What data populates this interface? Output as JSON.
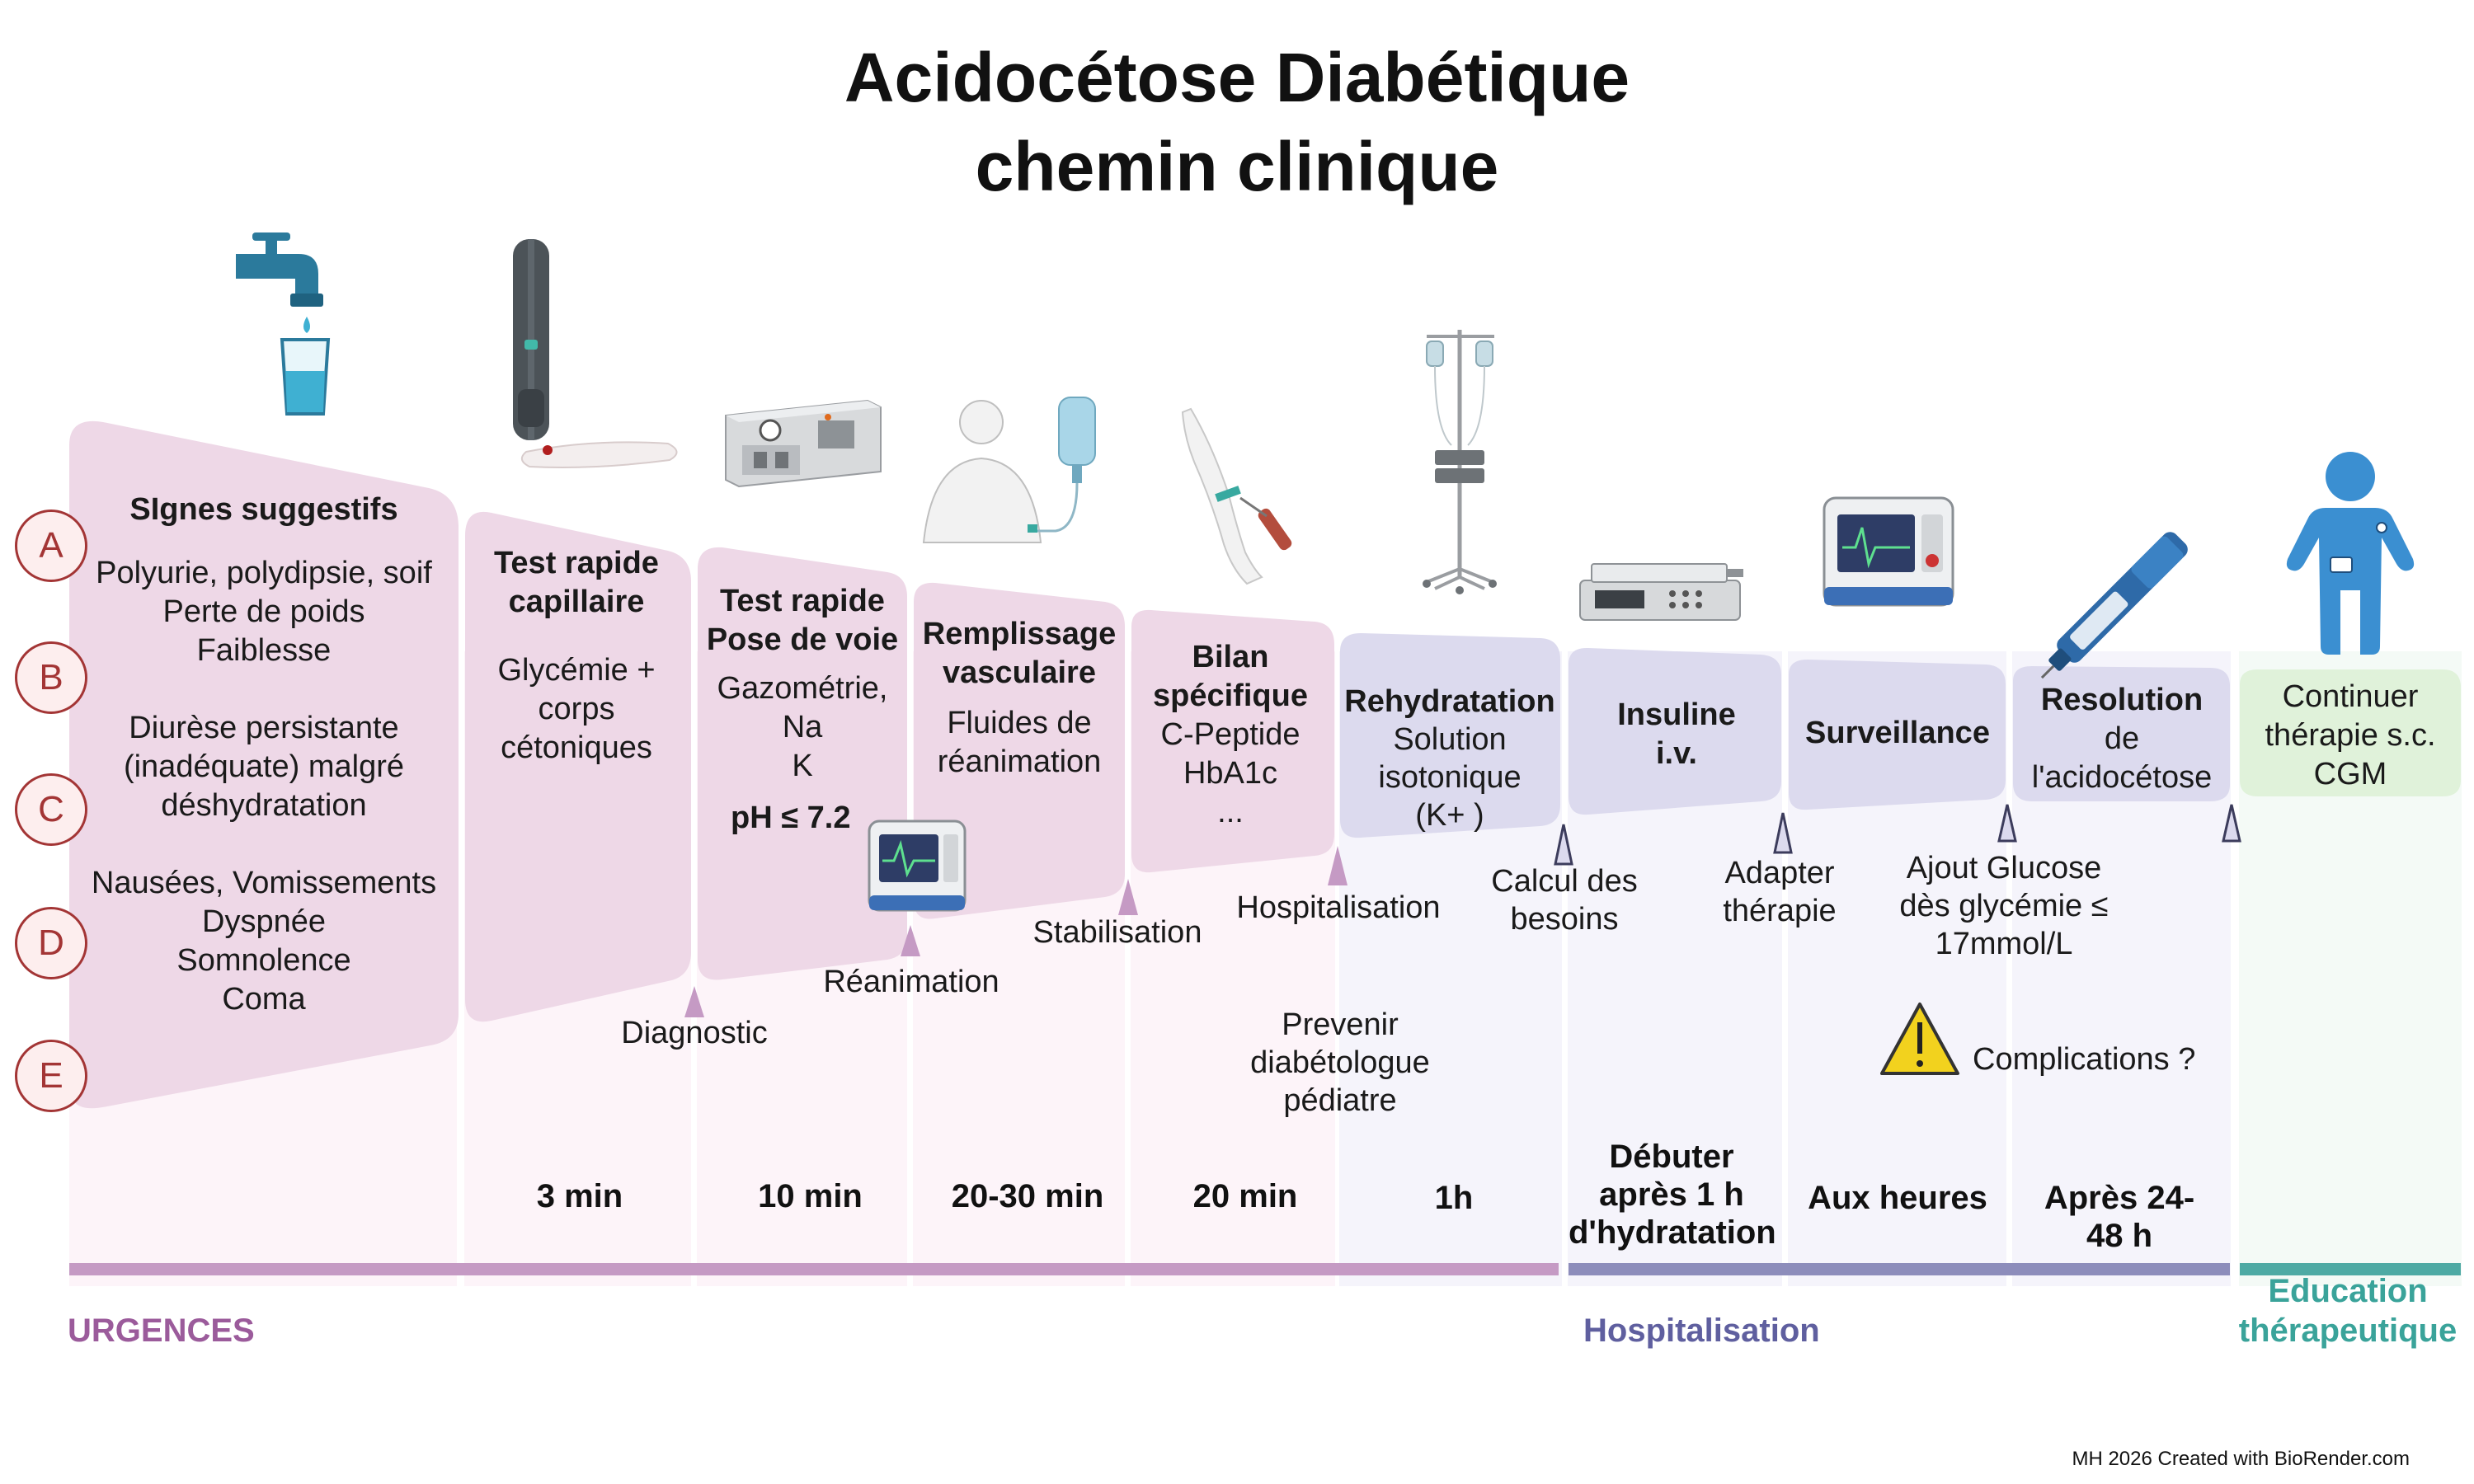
{
  "title": {
    "line1": "Acidocétose Diabétique",
    "line2": "chemin clinique"
  },
  "row_markers": [
    "A",
    "B",
    "C",
    "D",
    "E"
  ],
  "stages": [
    {
      "id": "signes",
      "heading": "SIgnes suggestifs",
      "body": [
        "Polyurie, polydipsie, soif",
        "Perte de poids",
        "Faiblesse",
        "",
        "Diurèse persistante",
        "(inadéquate) malgré",
        "déshydratation",
        "",
        "Nausées, Vomissements",
        "Dyspnée",
        "Somnolence",
        "Coma"
      ],
      "time": ""
    },
    {
      "id": "test-capillaire",
      "heading": "Test rapide capillaire",
      "body": [
        "Glycémie +",
        "corps",
        "cétoniques"
      ],
      "time": "3 min"
    },
    {
      "id": "test-voie",
      "heading": "Test rapide Pose de voie",
      "body": [
        "Gazométrie,",
        "Na",
        "K"
      ],
      "extra": "pH ≤ 7.2",
      "time": "10 min"
    },
    {
      "id": "remplissage",
      "heading": "Remplissage vasculaire",
      "body": [
        "Fluides de",
        "réanimation"
      ],
      "time": "20-30 min"
    },
    {
      "id": "bilan",
      "heading": "Bilan spécifique",
      "body": [
        "C-Peptide",
        "HbA1c",
        "..."
      ],
      "time": "20 min"
    },
    {
      "id": "rehydratation",
      "heading": "Rehydratation",
      "body": [
        "Solution",
        "isotonique",
        "(K+ )"
      ],
      "time": "1h"
    },
    {
      "id": "insuline",
      "heading": "Insuline i.v.",
      "body": [],
      "time": "Débuter après 1 h d'hydratation"
    },
    {
      "id": "surveillance",
      "heading": "Surveillance",
      "body": [],
      "time": "Aux heures"
    },
    {
      "id": "resolution",
      "heading": "Resolution",
      "body": [
        "de",
        "l'acidocétose"
      ],
      "time": "Après 24-48  h"
    },
    {
      "id": "continuer",
      "heading": "",
      "body": [
        "Continuer",
        "thérapie s.c.",
        "CGM"
      ],
      "time": ""
    }
  ],
  "events": {
    "diagnostic": "Diagnostic",
    "reanimation": "Réanimation",
    "stabilisation": "Stabilisation",
    "hospitalisation": "Hospitalisation",
    "prevenir": "Prevenir diabétologue pédiatre",
    "calcul": "Calcul des besoins",
    "adapter": "Adapter thérapie",
    "ajout": "Ajout Glucose dès glycémie ≤ 17mmol/L",
    "complications": "Complications ?"
  },
  "sections": {
    "urgences": "URGENCES",
    "hospitalisation": "Hospitalisation",
    "education": "Education thérapeutique"
  },
  "colors": {
    "urgences": "#9b5b9b",
    "urgences_bar": "#c59ac4",
    "hospitalisation": "#5f5f9f",
    "hospitalisation_bar": "#8d8dbb",
    "education": "#3aa39a",
    "education_bar": "#4eaaa4",
    "pink_shape": "#eed8e7",
    "lavender_shape": "#dcdaee",
    "green_shape": "#e0f2da",
    "pink_bg": "#fdf4f9",
    "lavender_bg": "#f5f4fb",
    "green_bg": "#f4faf6"
  },
  "icons": [
    "faucet-icon",
    "water-glass-icon",
    "lancet-device-icon",
    "blood-gas-analyzer-icon",
    "iv-infusion-patient-icon",
    "blood-draw-arm-icon",
    "iv-pole-pump-icon",
    "syringe-pump-icon",
    "patient-monitor-icon",
    "insulin-pen-icon",
    "patient-with-sensor-icon",
    "warning-icon"
  ],
  "credit": "MH 2026 Created with BioRender.com"
}
